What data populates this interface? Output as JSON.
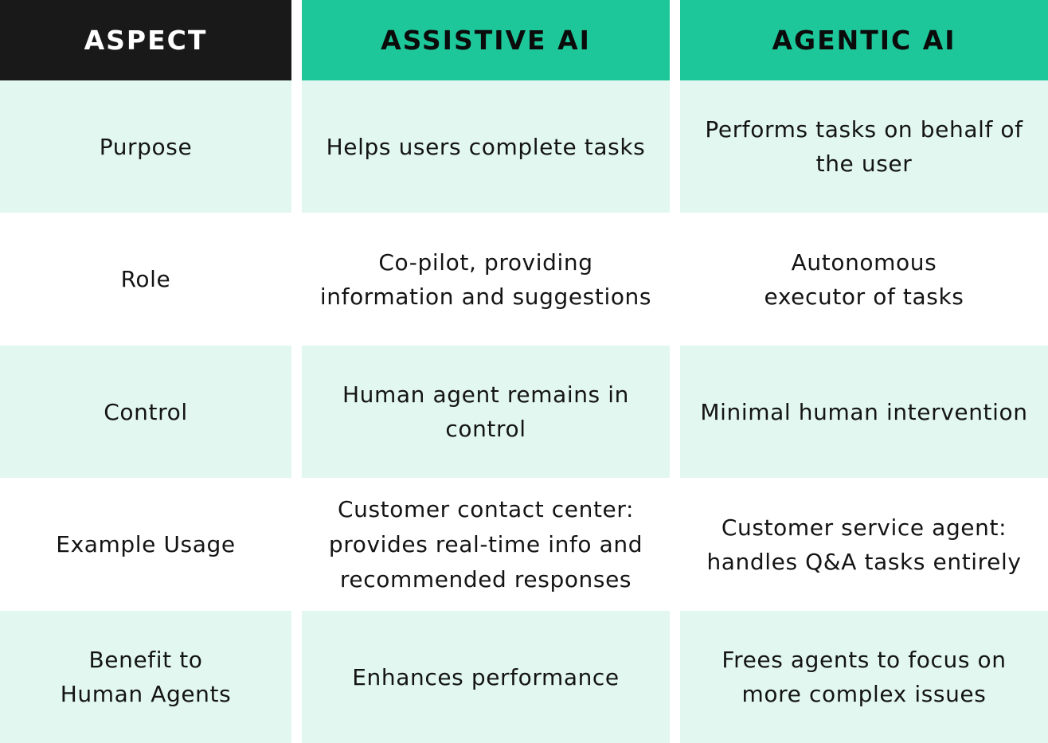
{
  "colors": {
    "header_dark": "#191919",
    "header_accent": "#1ec79a",
    "row_shaded": "#e1f7ef",
    "row_plain": "#ffffff",
    "text": "#141414"
  },
  "headers": [
    "ASPECT",
    "ASSISTIVE AI",
    "AGENTIC AI"
  ],
  "rows": [
    {
      "aspect": "Purpose",
      "assistive": "Helps users complete tasks",
      "agentic": "Performs tasks on behalf of the user"
    },
    {
      "aspect": "Role",
      "assistive": "Co-pilot, providing information and suggestions",
      "agentic": "Autonomous executor of tasks"
    },
    {
      "aspect": "Control",
      "assistive": "Human agent remains in control",
      "agentic": "Minimal human intervention"
    },
    {
      "aspect": "Example Usage",
      "assistive": "Customer contact center: provides real-time info and recommended responses",
      "agentic": "Customer service agent: handles Q&A tasks entirely"
    },
    {
      "aspect": "Benefit to Human Agents",
      "assistive": "Enhances performance",
      "agentic": "Frees agents to focus on more complex issues"
    }
  ]
}
